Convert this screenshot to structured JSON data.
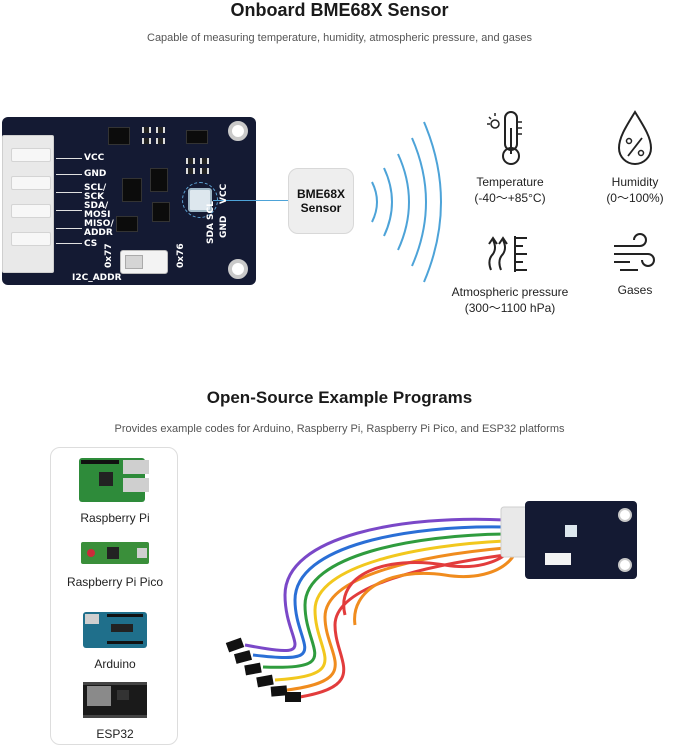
{
  "section1": {
    "title": "Onboard BME68X Sensor",
    "subtitle": "Capable of measuring temperature, humidity, atmospheric pressure, and gases"
  },
  "board": {
    "pins": [
      "VCC",
      "GND",
      "SCL/",
      "SCK",
      "SDA/",
      "MOSI",
      "MISO/",
      "ADDR",
      "CS"
    ],
    "header_labels": [
      "VCC",
      "GND",
      "SCL",
      "SDA"
    ],
    "addr_left": "0x77",
    "addr_right": "0x76",
    "switch_label": "I2C_ADDR"
  },
  "sensor_label": {
    "line1": "BME68X",
    "line2": "Sensor"
  },
  "features": [
    {
      "icon": "thermometer-icon",
      "name": "Temperature",
      "range": "(-40～+85°C)"
    },
    {
      "icon": "humidity-icon",
      "name": "Humidity",
      "range": "(0～100%)"
    },
    {
      "icon": "pressure-icon",
      "name": "Atmospheric pressure",
      "range": "(300～1100 hPa)"
    },
    {
      "icon": "wind-icon",
      "name": "Gases",
      "range": ""
    }
  ],
  "section2": {
    "title": "Open-Source Example Programs",
    "subtitle": "Provides example codes for Arduino, Raspberry Pi, Raspberry Pi Pico, and ESP32 platforms"
  },
  "platforms": [
    {
      "name": "Raspberry Pi",
      "color": "#2e8b3a"
    },
    {
      "name": "Raspberry Pi Pico",
      "color": "#3a8f3a"
    },
    {
      "name": "Arduino",
      "color": "#1f6f8b"
    },
    {
      "name": "ESP32",
      "color": "#1a1a1a"
    }
  ],
  "colors": {
    "board": "#141a33",
    "accent_wave": "#4da3d8",
    "cable_wires": [
      "#e23c3c",
      "#f08c1e",
      "#f2c81e",
      "#2f9c3e",
      "#2a6fd6",
      "#7a48c8"
    ]
  }
}
